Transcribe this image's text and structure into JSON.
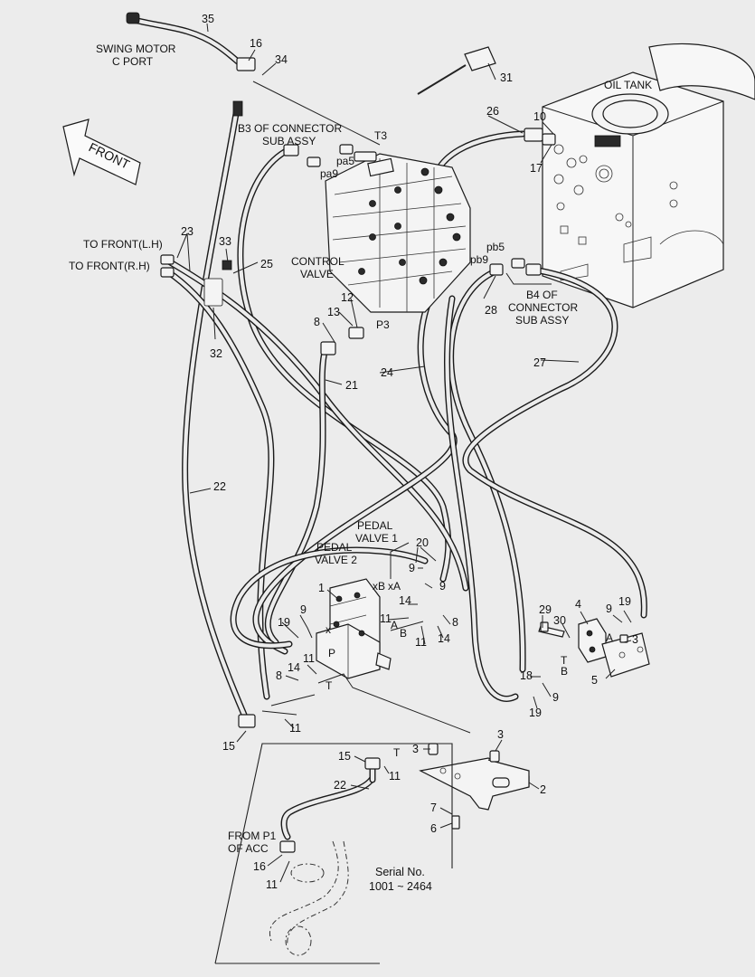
{
  "labels": {
    "swing_motor": [
      "SWING MOTOR",
      "C PORT"
    ],
    "front": "FRONT",
    "b3_connector": [
      "B3 OF CONNECTOR",
      "SUB ASSY"
    ],
    "t3": "T3",
    "pa5": "pa5",
    "pa9": "pa9",
    "to_front_lh": "TO FRONT(L.H)",
    "to_front_rh": "TO FRONT(R.H)",
    "control_valve": [
      "CONTROL",
      "VALVE"
    ],
    "p3": "P3",
    "pb5": "pb5",
    "pb9": "pb9",
    "b4_connector": [
      "B4 OF",
      "CONNECTOR",
      "SUB ASSY"
    ],
    "oil_tank": "OIL TANK",
    "pedal_valve_1": [
      "PEDAL",
      "VALVE 1"
    ],
    "pedal_valve_2": [
      "PEDAL",
      "VALVE 2"
    ],
    "port_xb": "xB",
    "port_xa": "xA",
    "port_x": "x",
    "port_a": "A",
    "port_b": "B",
    "port_p": "P",
    "port_t": "T",
    "port_t2": "T",
    "port_t3": "T",
    "port_a2": "A",
    "port_b2": "B",
    "from_p1": [
      "FROM P1",
      "OF ACC"
    ],
    "serial": [
      "Serial No.",
      "1001 ~ 2464"
    ]
  },
  "callouts": {
    "c35": "35",
    "c16": "16",
    "c34": "34",
    "c31": "31",
    "c26": "26",
    "c10": "10",
    "c17": "17",
    "c23": "23",
    "c33": "33",
    "c25": "25",
    "c32": "32",
    "c12": "12",
    "c13": "13",
    "c8a": "8",
    "c28": "28",
    "c27": "27",
    "c21": "21",
    "c24": "24",
    "c22": "22",
    "c20": "20",
    "c9a": "9",
    "c9b": "9",
    "c1": "1",
    "c14a": "14",
    "c11a": "11",
    "c8b": "8",
    "c14b": "14",
    "c11b": "11",
    "c9c": "9",
    "c19a": "19",
    "c11c": "11",
    "c14c": "14",
    "c8c": "8",
    "c29": "29",
    "c30": "30",
    "c4": "4",
    "c9d": "9",
    "c19b": "19",
    "c3a": "3",
    "c5": "5",
    "c18": "18",
    "c9e": "9",
    "c19c": "19",
    "c15": "15",
    "c11d": "11",
    "c3b": "3",
    "c3c": "3",
    "c2": "2",
    "c7": "7",
    "c6": "6",
    "c15b": "15",
    "c11e": "11",
    "c22b": "22",
    "c16b": "16",
    "c11f": "11"
  }
}
